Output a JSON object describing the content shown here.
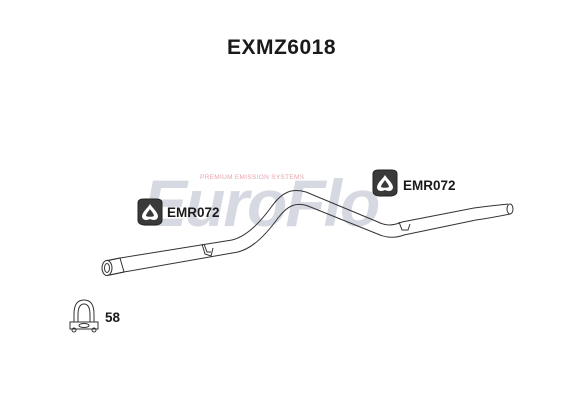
{
  "title": "EXMZ6018",
  "watermark": {
    "brand_text": "EuroFlo",
    "tagline": "PREMIUM EMISSION SYSTEMS",
    "colors": {
      "main": "#d4d8e0",
      "accent": "#f2b8bd"
    }
  },
  "parts": {
    "rubber_mount_1": {
      "label": "EMR072",
      "icon": "rubber-mount-icon"
    },
    "rubber_mount_2": {
      "label": "EMR072",
      "icon": "rubber-mount-icon"
    },
    "clamp": {
      "label": "58",
      "icon": "u-bolt-clamp-icon"
    },
    "pipe": {
      "icon": "exhaust-pipe"
    }
  }
}
